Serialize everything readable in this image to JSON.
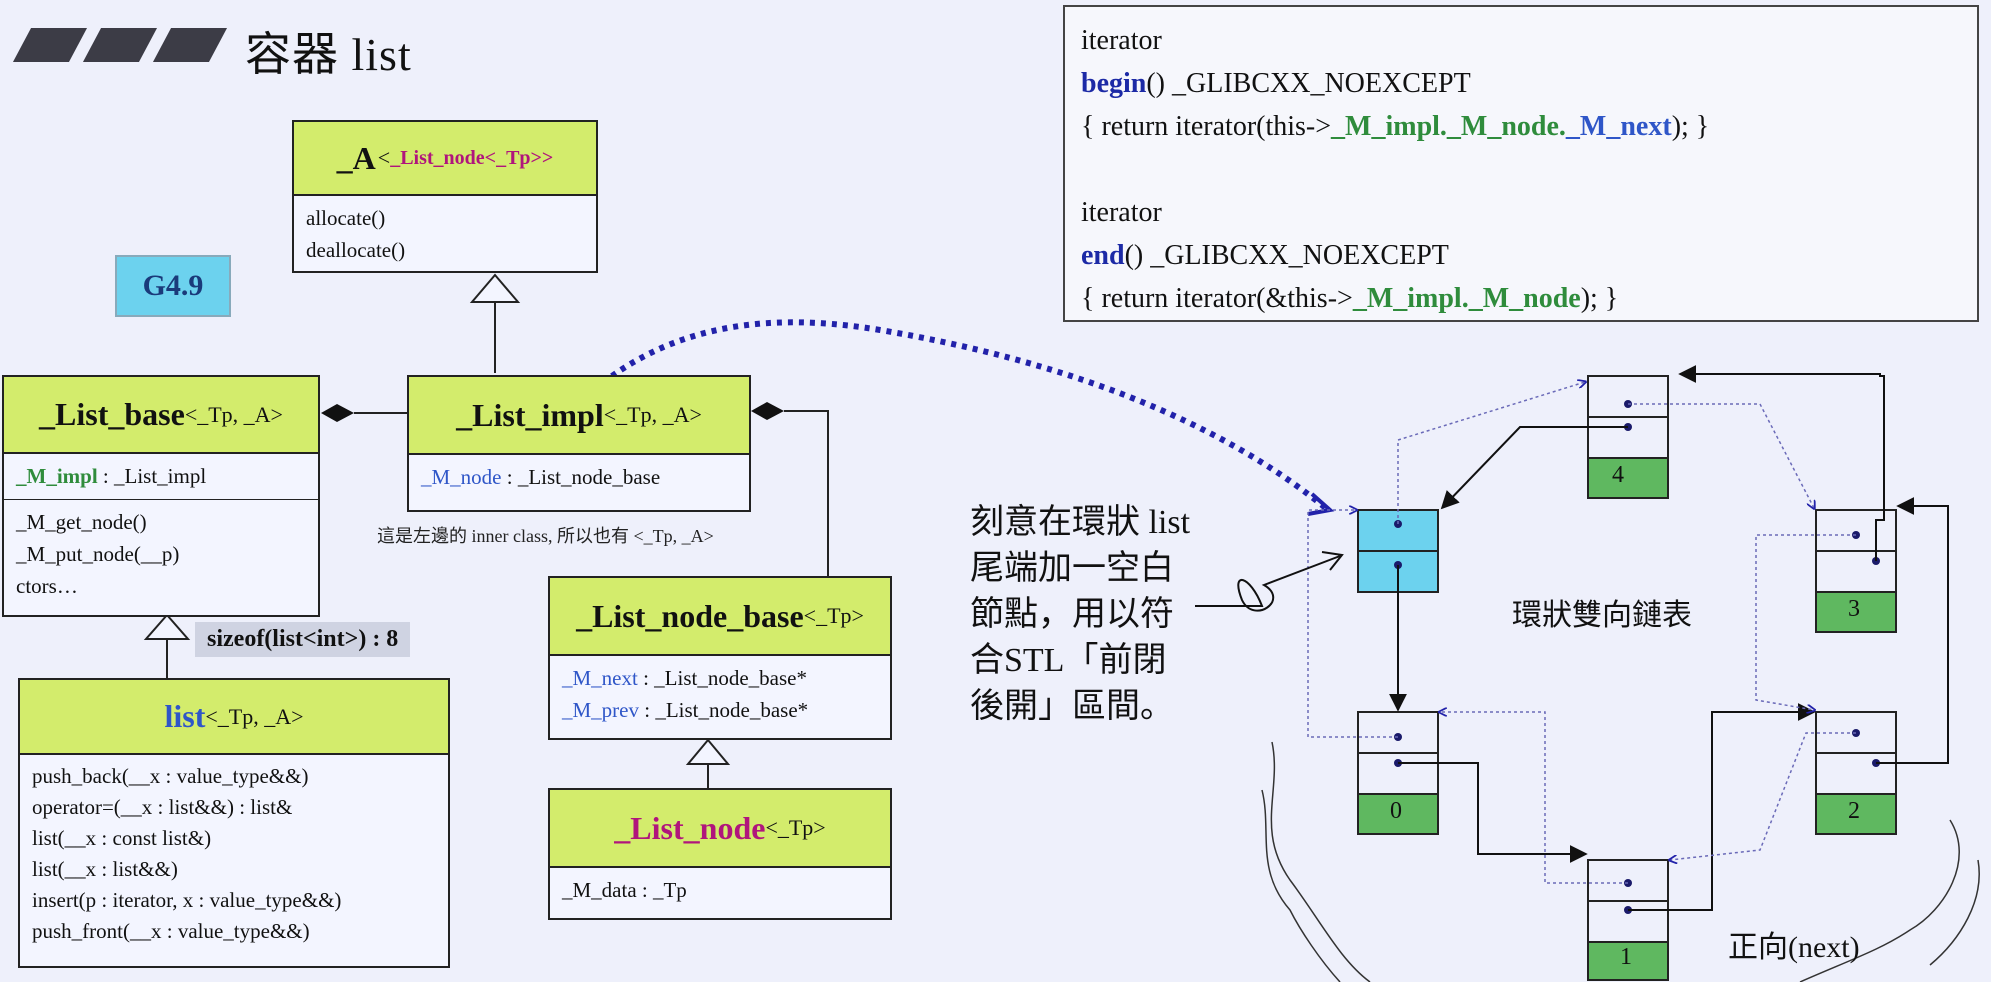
{
  "header": {
    "title": "容器 list"
  },
  "version_tag": "G4.9",
  "classes": {
    "alloc": {
      "name": "_A",
      "template_args": "_List_node<_Tp>>",
      "methods": [
        "allocate()",
        "deallocate()"
      ]
    },
    "list_base": {
      "name": "_List_base",
      "template_args": "<_Tp, _A>",
      "member_name": "_M_impl",
      "member_type": " : _List_impl",
      "methods": [
        "_M_get_node()",
        "_M_put_node(__p)",
        "ctors…"
      ]
    },
    "list_impl": {
      "name": "_List_impl",
      "template_args": "<_Tp, _A>",
      "member_name": "_M_node",
      "member_type": " : _List_node_base"
    },
    "list": {
      "name": "list",
      "template_args": "<_Tp, _A>",
      "methods": [
        "push_back(__x : value_type&&)",
        "operator=(__x : list&&) : list&",
        "list(__x : const list&)",
        "list(__x : list&&)",
        "insert(p : iterator, x : value_type&&)",
        "push_front(__x : value_type&&)"
      ]
    },
    "node_base": {
      "name": "_List_node_base",
      "template_args": "<_Tp>",
      "members": [
        {
          "name": "_M_next",
          "type": " : _List_node_base*"
        },
        {
          "name": "_M_prev",
          "type": " : _List_node_base*"
        }
      ]
    },
    "node": {
      "name": "_List_node",
      "template_args": "<_Tp>",
      "members": [
        "_M_data : _Tp"
      ]
    }
  },
  "notes": {
    "sizeof": "sizeof(list<int>) : 8",
    "inner_class": "這是左邊的 inner class, 所以也有 <_Tp, _A>",
    "empty_node": [
      "刻意在環狀 list",
      "尾端加一空白",
      "節點，用以符",
      "合STL「前閉",
      "後開」區間。"
    ],
    "ring": "環狀雙向鏈表",
    "forward": "正向(next)"
  },
  "code": {
    "begin_ret": "iterator",
    "begin_kw": "begin",
    "begin_sig": "() _GLIBCXX_NOEXCEPT",
    "begin_body_pre": "{ return iterator(this->",
    "begin_body_impl": "_M_impl.",
    "begin_body_node": "_M_node.",
    "begin_body_next": "_M_next",
    "begin_body_post": "); }",
    "end_ret": "iterator",
    "end_kw": "end",
    "end_sig": "() _GLIBCXX_NOEXCEPT",
    "end_body_pre": "{ return iterator(&this->",
    "end_body_impl": "_M_impl.",
    "end_body_node": "_M_node",
    "end_body_post": "); }"
  },
  "ring_nodes": [
    "0",
    "1",
    "2",
    "3",
    "4"
  ],
  "colors": {
    "uml_header": "#d3ec6c",
    "sentinel": "#6cd2ee",
    "node_data": "#5fb860",
    "pointer_link": "#2222aa"
  }
}
